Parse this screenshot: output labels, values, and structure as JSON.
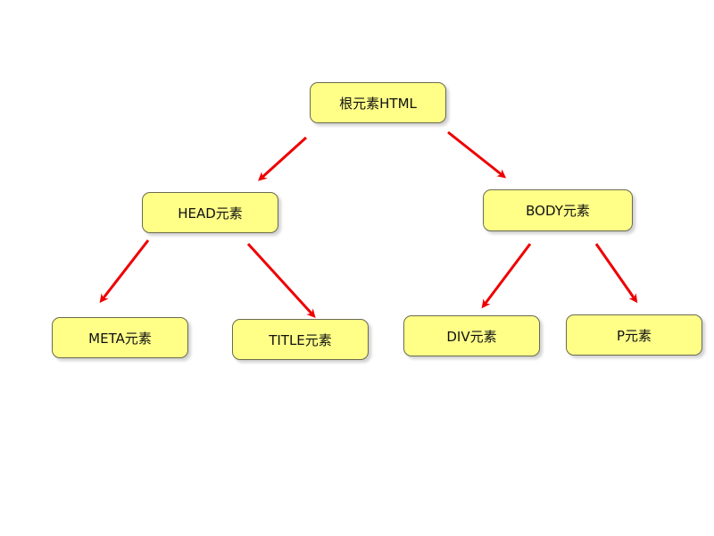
{
  "diagram": {
    "nodes": {
      "root": "根元素HTML",
      "head": "HEAD元素",
      "body": "BODY元素",
      "meta": "META元素",
      "title": "TITLE元素",
      "div": "DIV元素",
      "p": "P元素"
    },
    "edges": [
      {
        "from": "root",
        "to": "head"
      },
      {
        "from": "root",
        "to": "body"
      },
      {
        "from": "head",
        "to": "meta"
      },
      {
        "from": "head",
        "to": "title"
      },
      {
        "from": "body",
        "to": "div"
      },
      {
        "from": "body",
        "to": "p"
      }
    ],
    "colors": {
      "node_fill": "#ffff88",
      "node_border": "#6a6a50",
      "arrow": "#ee0000"
    }
  }
}
